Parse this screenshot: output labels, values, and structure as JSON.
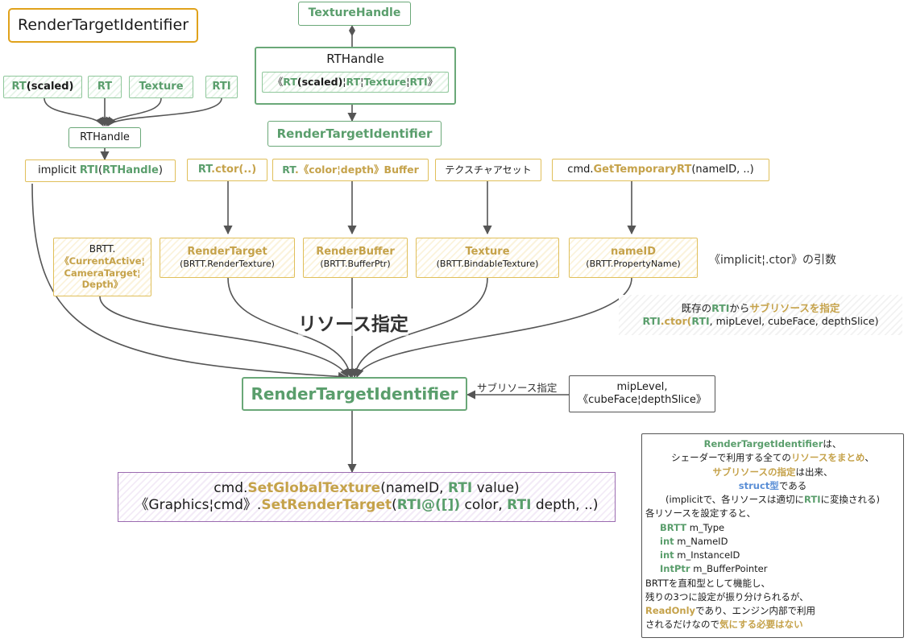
{
  "title_box": {
    "text": "RenderTargetIdentifier"
  },
  "rthandle_left": {
    "label": "RTHandle",
    "items": [
      "RT",
      "(scaled)",
      "RT",
      "Texture",
      "RTI"
    ]
  },
  "implicit_rti": {
    "pre": "implicit ",
    "rti": "RTI",
    "open": "(",
    "arg": "RTHandle",
    "close": ")"
  },
  "texture_handle": {
    "label": "TextureHandle"
  },
  "rthandle_top": {
    "label": "RTHandle",
    "content": {
      "open": "《",
      "rt": "RT",
      "scaled": "(scaled)",
      "sep1": "¦",
      "rt2": "RT",
      "sep2": "¦",
      "tex": "Texture",
      "sep3": "¦",
      "rti": "RTI",
      "close": "》"
    }
  },
  "rti_mid": {
    "text": "RenderTargetIdentifier"
  },
  "sources": {
    "rt_ctor": {
      "rt": "RT",
      "rest": ".ctor(..)"
    },
    "rt_buffer": {
      "rt": "RT",
      "dot": ".",
      "inner": "《color¦depth》",
      "rest": "Buffer"
    },
    "texture_set": {
      "text": "テクスチャアセット"
    },
    "cmd_tmp": {
      "pre": "cmd.",
      "fn": "GetTemporaryRT",
      "rest": "(nameID, ..)"
    }
  },
  "brtt_nodes": [
    {
      "title": "BRTT.",
      "gold_line1": "《CurrentActive¦",
      "gold_line2": "CameraTarget¦",
      "gold_line3": "Depth》"
    },
    {
      "title": "RenderTarget",
      "sub": "(BRTT.RenderTexture)"
    },
    {
      "title": "RenderBuffer",
      "sub": "(BRTT.BufferPtr)"
    },
    {
      "title": "Texture",
      "sub": "(BRTT.BindableTexture)"
    },
    {
      "title": "nameID",
      "sub": "(BRTT.PropertyName)"
    }
  ],
  "args_label": "《implicit¦.ctor》の引数",
  "resource_label": "リソース指定",
  "subresource_note": {
    "line1": {
      "pre": "既存の",
      "rti": "RTI",
      "mid": "から",
      "gold": "サブリソースを指定"
    },
    "line2": {
      "rti1": "RTI",
      "ctor": ".ctor(",
      "rti2": "RTI",
      "rest": ", mipLevel, cubeFace, depthSlice)"
    }
  },
  "rti_main": {
    "text": "RenderTargetIdentifier"
  },
  "subresource_edge_label": "サブリソース指定",
  "mip_box": {
    "line1": "mipLevel,",
    "line2": "《cubeFace¦depthSlice》"
  },
  "cmd_box": {
    "line1": {
      "pre": "cmd.",
      "fn": "SetGlobalTexture",
      "mid": "(nameID, ",
      "rti": "RTI",
      "rest": " value)"
    },
    "line2": {
      "pre": "《Graphics¦cmd》.",
      "fn": "SetRenderTarget",
      "open": "(",
      "rti": "RTI@([])",
      "mid": " color, ",
      "rti2": "RTI",
      "rest": " depth, ..)"
    }
  },
  "notes": {
    "l1": {
      "rti": "RenderTargetIdentifier",
      "rest": "は、"
    },
    "l2": {
      "pre": "シェーダーで利用する全ての",
      "gold": "リソースをまとめ",
      "rest": "、"
    },
    "l3": {
      "gold": "サブリソースの指定",
      "rest": "は出来、"
    },
    "l4": {
      "blue": "struct型",
      "rest": "である"
    },
    "l5": {
      "pre": "(implicitで、各リソースは適切に",
      "rti": "RTI",
      "rest": "に変換される)"
    },
    "l6": "各リソースを設定すると、",
    "fields": [
      {
        "type": "BRTT",
        "name": " m_Type"
      },
      {
        "type": "int",
        "name": " m_NameID"
      },
      {
        "type": "int",
        "name": " m_InstanceID"
      },
      {
        "type": "IntPtr",
        "name": " m_BufferPointer"
      }
    ],
    "l7": "BRTTを直和型として機能し、",
    "l8": "残りの3つに設定が振り分けられるが、",
    "l9": {
      "gold": "ReadOnly",
      "rest": "であり、エンジン内部で利用"
    },
    "l10": {
      "pre": "されるだけなので",
      "gold": "気にする必要はない"
    }
  }
}
